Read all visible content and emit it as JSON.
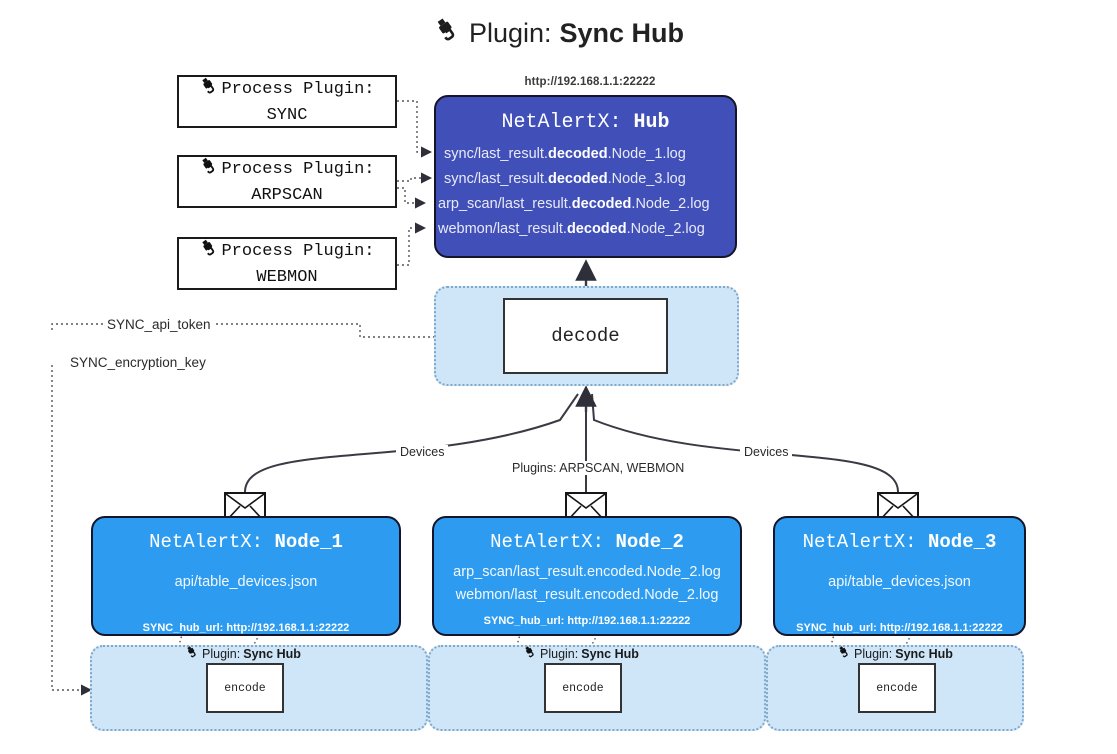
{
  "title": {
    "icon": "plug-icon",
    "prefix": "Plugin:",
    "name": "Sync Hub"
  },
  "process_plugins": [
    {
      "icon": "plug-icon",
      "line1": "Process Plugin:",
      "line2": "SYNC"
    },
    {
      "icon": "plug-icon",
      "line1": "Process Plugin:",
      "line2": "ARPSCAN"
    },
    {
      "icon": "plug-icon",
      "line1": "Process Plugin:",
      "line2": "WEBMON"
    }
  ],
  "hub": {
    "url": "http://192.168.1.1:22222",
    "title_prefix": "NetAlertX:",
    "title_name": "Hub",
    "logs": [
      {
        "pre": "sync/last_result.",
        "em": "decoded",
        "post": ".Node_1.log"
      },
      {
        "pre": "sync/last_result.",
        "em": "decoded",
        "post": ".Node_3.log"
      },
      {
        "pre": "arp_scan/last_result.",
        "em": "decoded",
        "post": ".Node_2.log"
      },
      {
        "pre": "webmon/last_result.",
        "em": "decoded",
        "post": ".Node_2.log"
      }
    ]
  },
  "decode": {
    "label": "decode"
  },
  "tokens": {
    "api": "SYNC_api_token",
    "encryption": "SYNC_encryption_key"
  },
  "edges": {
    "devices_left": "Devices",
    "devices_right": "Devices",
    "plugins_center": "Plugins: ARPSCAN, WEBMON"
  },
  "nodes": [
    {
      "title_prefix": "NetAlertX:",
      "title_name": "Node_1",
      "lines": [
        "api/table_devices.json"
      ],
      "footer": "SYNC_hub_url: http://192.168.1.1:22222",
      "envelope_icon": "envelope-icon"
    },
    {
      "title_prefix": "NetAlertX:",
      "title_name": "Node_2",
      "lines": [
        "arp_scan/last_result.encoded.Node_2.log",
        "webmon/last_result.encoded.Node_2.log"
      ],
      "footer": "SYNC_hub_url: http://192.168.1.1:22222",
      "envelope_icon": "envelope-icon"
    },
    {
      "title_prefix": "NetAlertX:",
      "title_name": "Node_3",
      "lines": [
        "api/table_devices.json"
      ],
      "footer": "SYNC_hub_url: http://192.168.1.1:22222",
      "envelope_icon": "envelope-icon"
    }
  ],
  "encoders": [
    {
      "icon": "plug-icon",
      "label_prefix": "Plugin:",
      "label_name": "Sync Hub",
      "box": "encode"
    },
    {
      "icon": "plug-icon",
      "label_prefix": "Plugin:",
      "label_name": "Sync Hub",
      "box": "encode"
    },
    {
      "icon": "plug-icon",
      "label_prefix": "Plugin:",
      "label_name": "Sync Hub",
      "box": "encode"
    }
  ],
  "colors": {
    "hub_fill": "#4050b8",
    "node_fill": "#2d9cf0",
    "container_fill": "#cfe5f8",
    "container_border": "#7fa8c9",
    "stroke": "#14142b",
    "background": "#ffffff"
  }
}
